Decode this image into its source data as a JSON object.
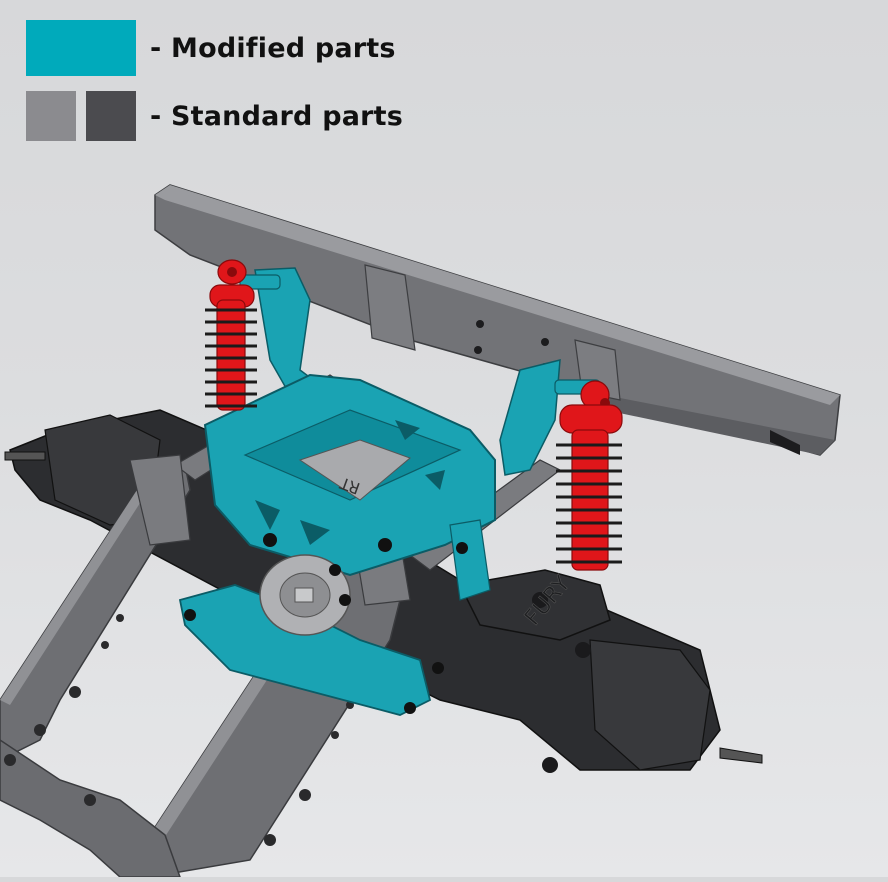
{
  "legend": {
    "items": [
      {
        "label": "- Modified parts",
        "colors": [
          "#00aabb"
        ]
      },
      {
        "label": "- Standard parts",
        "colors": [
          "#8b8b8f",
          "#4b4b4f"
        ]
      }
    ]
  },
  "model": {
    "part_colors": {
      "modified": "#1aa3b3",
      "frame": "#6e6f73",
      "frame_light": "#8d8e92",
      "axle": "#2d2e31",
      "shock_body": "#e0161a",
      "spring": "#1b1b1b",
      "cap": "#a9aaad"
    },
    "engravings": {
      "skid_plate": "RT",
      "axle_housing": "FURY"
    }
  }
}
